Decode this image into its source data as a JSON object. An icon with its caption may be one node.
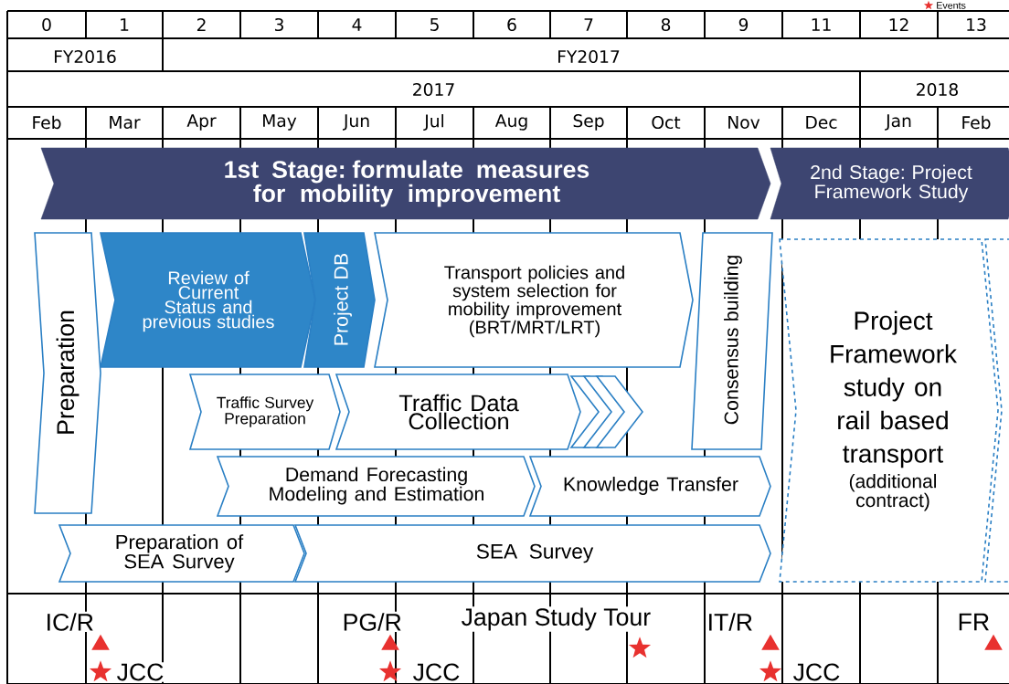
{
  "diagram": {
    "nodes": [
      {
        "text": [
          "1st Stage:  formulate measures for mobility improvement"
        ]
      },
      {
        "text": [
          "2nd Stage: Project Framework Study"
        ]
      },
      {
        "text": [
          "Preparation"
        ]
      },
      {
        "text": [
          "Review of Current Status and previous studies"
        ]
      },
      {
        "text": [
          "Project DB"
        ]
      },
      {
        "text": [
          "Transport policies and system selection for mobility improvement (BRT/MRT/LRT)"
        ]
      },
      {
        "text": [
          "Consensus building"
        ]
      },
      {
        "text": [
          "Project Framework study on rail based transport",
          "(additional contract)"
        ]
      },
      {
        "text": [],
        "shape": "chevron"
      },
      {
        "text": [
          "Traffic Survey Preparation"
        ]
      },
      {
        "text": [
          "Traffic Data Collection"
        ]
      },
      {
        "text": [
          "Demand Forecasting Modeling and Estimation"
        ]
      },
      {
        "text": [
          "Knowledge Transfer"
        ]
      },
      {
        "text": [
          "Preparation of SEA Survey"
        ]
      },
      {
        "text": [
          "SEA Survey"
        ]
      }
    ],
    "labels": [
      "0",
      "1",
      "2",
      "3",
      "4",
      "5",
      "6",
      "7",
      "8",
      "9",
      "11",
      "12",
      "13",
      "FY2016",
      "FY2017",
      "2017",
      "2018",
      "Feb",
      "Mar",
      "Apr",
      "May",
      "Jun",
      "Jul",
      "Aug",
      "Sep",
      "Oct",
      "Nov",
      "Dec",
      "Jan",
      "Feb",
      "IC/R",
      "JCC",
      "PG/R",
      "JCC",
      "Japan Study Tour",
      "IT/R",
      "JCC",
      "FR"
    ],
    "legend": [
      {
        "text": "Events"
      }
    ]
  }
}
